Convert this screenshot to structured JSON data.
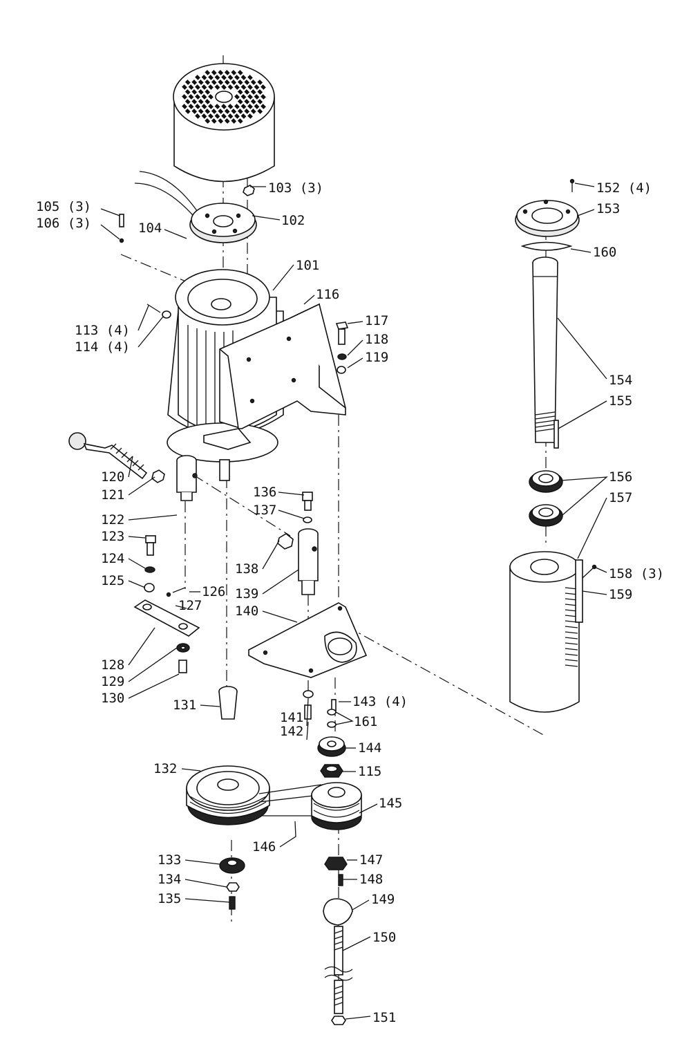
{
  "diagram": {
    "kind": "exploded-parts-view",
    "labels": [
      {
        "id": "l105",
        "text": "105 (3)"
      },
      {
        "id": "l106",
        "text": "106 (3)"
      },
      {
        "id": "l103",
        "text": "103 (3)"
      },
      {
        "id": "l104",
        "text": "104"
      },
      {
        "id": "l102",
        "text": "102"
      },
      {
        "id": "l101",
        "text": "101"
      },
      {
        "id": "l116",
        "text": "116"
      },
      {
        "id": "l113",
        "text": "113 (4)"
      },
      {
        "id": "l114",
        "text": "114 (4)"
      },
      {
        "id": "l117",
        "text": "117"
      },
      {
        "id": "l118",
        "text": "118"
      },
      {
        "id": "l119",
        "text": "119"
      },
      {
        "id": "l120",
        "text": "120"
      },
      {
        "id": "l121",
        "text": "121"
      },
      {
        "id": "l122",
        "text": "122"
      },
      {
        "id": "l136",
        "text": "136"
      },
      {
        "id": "l137",
        "text": "137"
      },
      {
        "id": "l123",
        "text": "123"
      },
      {
        "id": "l124",
        "text": "124"
      },
      {
        "id": "l138",
        "text": "138"
      },
      {
        "id": "l125",
        "text": "125"
      },
      {
        "id": "l126",
        "text": "126"
      },
      {
        "id": "l139",
        "text": "139"
      },
      {
        "id": "l127",
        "text": "127"
      },
      {
        "id": "l140",
        "text": "140"
      },
      {
        "id": "l128",
        "text": "128"
      },
      {
        "id": "l129",
        "text": "129"
      },
      {
        "id": "l130",
        "text": "130"
      },
      {
        "id": "l131",
        "text": "131"
      },
      {
        "id": "l141",
        "text": "141"
      },
      {
        "id": "l142",
        "text": "142"
      },
      {
        "id": "l143",
        "text": "143 (4)"
      },
      {
        "id": "l161",
        "text": "161"
      },
      {
        "id": "l132",
        "text": "132"
      },
      {
        "id": "l144",
        "text": "144"
      },
      {
        "id": "l115",
        "text": "115"
      },
      {
        "id": "l145",
        "text": "145"
      },
      {
        "id": "l146",
        "text": "146"
      },
      {
        "id": "l133",
        "text": "133"
      },
      {
        "id": "l147",
        "text": "147"
      },
      {
        "id": "l134",
        "text": "134"
      },
      {
        "id": "l148",
        "text": "148"
      },
      {
        "id": "l135",
        "text": "135"
      },
      {
        "id": "l149",
        "text": "149"
      },
      {
        "id": "l150",
        "text": "150"
      },
      {
        "id": "l151",
        "text": "151"
      },
      {
        "id": "l152",
        "text": "152 (4)"
      },
      {
        "id": "l153",
        "text": "153"
      },
      {
        "id": "l160",
        "text": "160"
      },
      {
        "id": "l154",
        "text": "154"
      },
      {
        "id": "l155",
        "text": "155"
      },
      {
        "id": "l156",
        "text": "156"
      },
      {
        "id": "l157",
        "text": "157"
      },
      {
        "id": "l158",
        "text": "158 (3)"
      },
      {
        "id": "l159",
        "text": "159"
      }
    ]
  }
}
